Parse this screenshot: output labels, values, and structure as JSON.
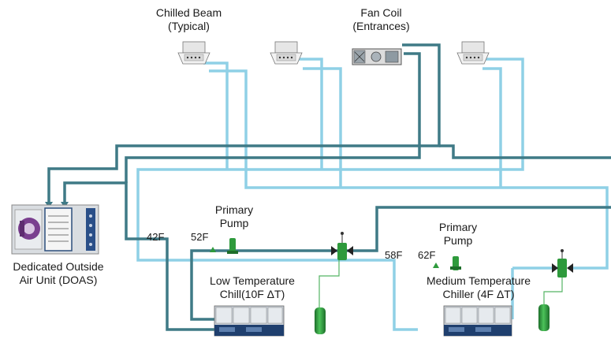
{
  "labels": {
    "chilled_beam": [
      "Chilled Beam",
      "(Typical)"
    ],
    "fan_coil": [
      "Fan Coil",
      "(Entrances)"
    ],
    "doas": [
      "Dedicated Outside",
      "Air Unit (DOAS)"
    ],
    "primary_pump_1": [
      "Primary",
      "Pump"
    ],
    "primary_pump_2": [
      "Primary",
      "Pump"
    ],
    "low_temp_chiller": [
      "Low Temperature",
      "Chill(10F ΔT)"
    ],
    "med_temp_chiller": [
      "Medium Temperature",
      "Chiller (4F ΔT)"
    ]
  },
  "temperatures": {
    "low_supply": "42F",
    "low_return": "52F",
    "med_supply": "58F",
    "med_return": "62F"
  },
  "colors": {
    "low_temp_pipe": "#3f7a86",
    "med_temp_pipe": "#8fd0e6",
    "tank_green": "#2e9a3c",
    "doas_purple": "#7a3f8f",
    "chiller_panel": "#c7ced6"
  }
}
